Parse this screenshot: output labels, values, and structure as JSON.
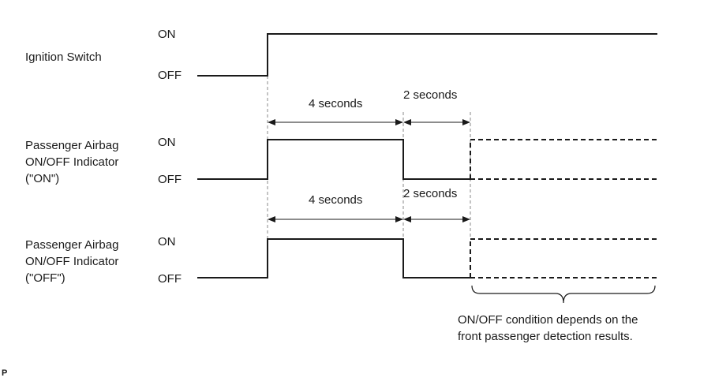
{
  "signals": [
    {
      "id": "ignition",
      "label_lines": [
        "Ignition Switch"
      ],
      "on_label": "ON",
      "off_label": "OFF"
    },
    {
      "id": "indicator_on",
      "label_lines": [
        "Passenger Airbag",
        "ON/OFF Indicator",
        "(\"ON\")"
      ],
      "on_label": "ON",
      "off_label": "OFF"
    },
    {
      "id": "indicator_off",
      "label_lines": [
        "Passenger Airbag",
        "ON/OFF Indicator",
        "(\"OFF\")"
      ],
      "on_label": "ON",
      "off_label": "OFF"
    }
  ],
  "timing": {
    "first_interval": "4 seconds",
    "second_interval": "2 seconds"
  },
  "note": {
    "lines": [
      "ON/OFF condition depends on the",
      "front passenger detection results."
    ]
  },
  "corner_mark": "P"
}
